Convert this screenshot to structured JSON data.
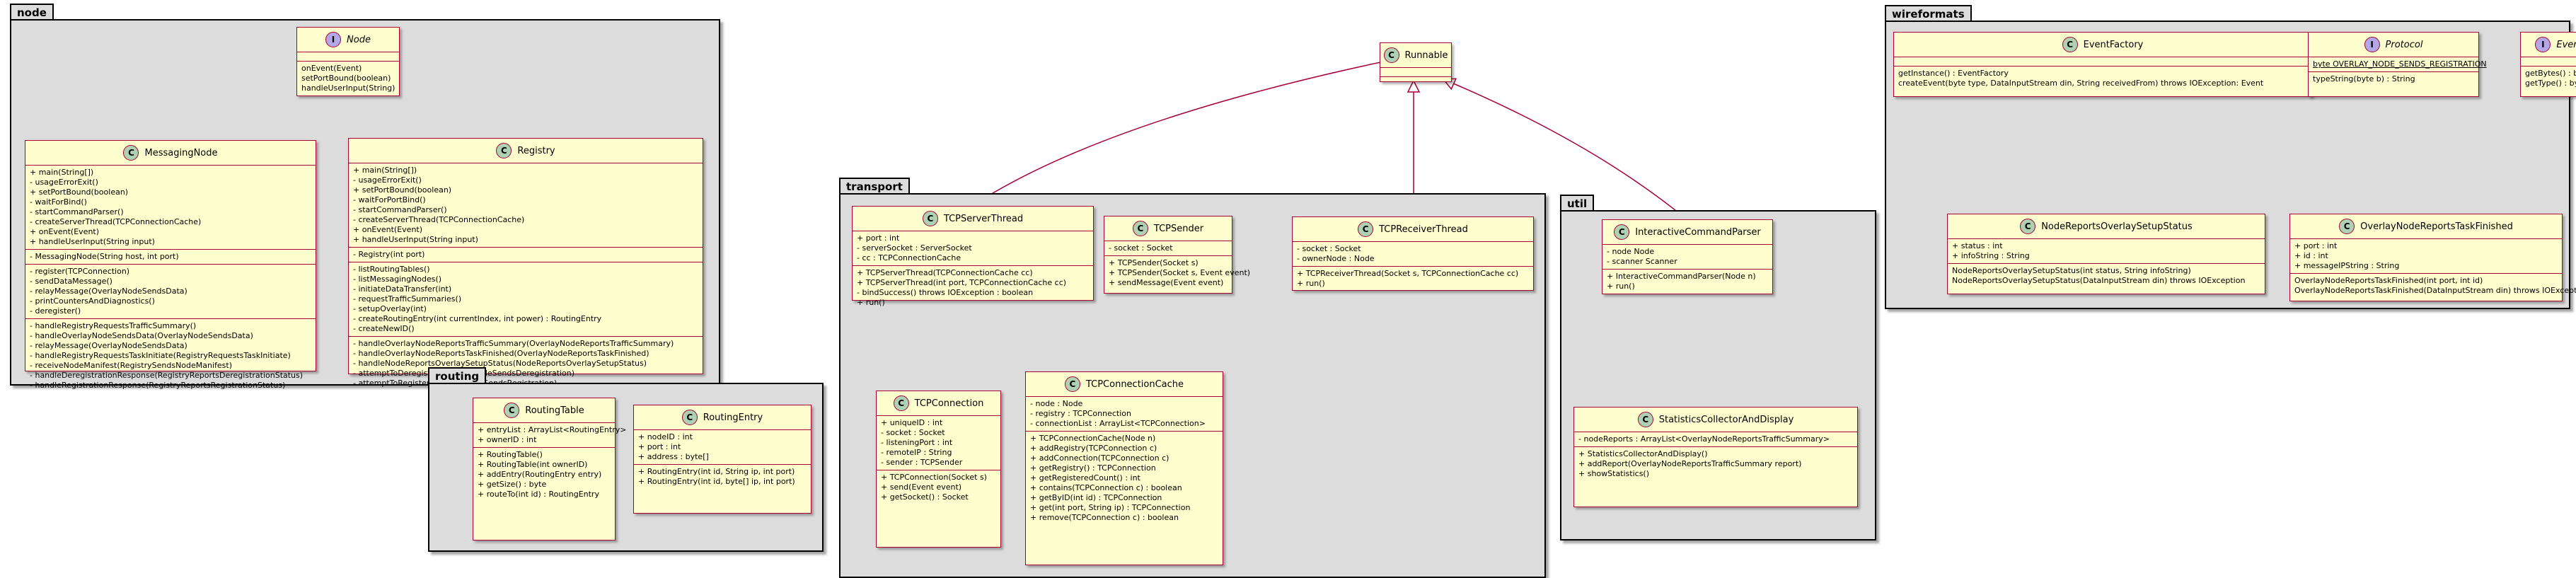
{
  "packages": {
    "node": "node",
    "routing": "routing",
    "transport": "transport",
    "util": "util",
    "wireformats": "wireformats"
  },
  "classes": {
    "Node": {
      "name": "Node",
      "kind": "I",
      "fields": [],
      "methods": [
        "onEvent(Event)",
        "setPortBound(boolean)",
        "handleUserInput(String)"
      ]
    },
    "MessagingNode": {
      "name": "MessagingNode",
      "kind": "C",
      "sections": [
        [
          "+ main(String[])",
          "- usageErrorExit()",
          "+ setPortBound(boolean)",
          "- waitForBind()",
          "- startCommandParser()",
          "- createServerThread(TCPConnectionCache)",
          "+ onEvent(Event)",
          "+ handleUserInput(String input)"
        ],
        [
          "- MessagingNode(String host, int port)"
        ],
        [
          "- register(TCPConnection)",
          "- sendDataMessage()",
          "- relayMessage(OverlayNodeSendsData)",
          "- printCountersAndDiagnostics()",
          "- deregister()"
        ],
        [
          "- handleRegistryRequestsTrafficSummary()",
          "- handleOverlayNodeSendsData(OverlayNodeSendsData)",
          "- relayMessage(OverlayNodeSendsData)",
          "- handleRegistryRequestsTaskInitiate(RegistryRequestsTaskInitiate)",
          "- receiveNodeManifest(RegistrySendsNodeManifest)",
          "- handleDeregistrationResponse(RegistryReportsDeregistrationStatus)",
          "- handleRegistrationResponse(RegistryReportsRegistrationStatus)"
        ]
      ]
    },
    "Registry": {
      "name": "Registry",
      "kind": "C",
      "sections": [
        [
          "+ main(String[])",
          "- usageErrorExit()",
          "+ setPortBound(boolean)",
          "- waitForPortBind()",
          "- startCommandParser()",
          "- createServerThread(TCPConnectionCache)",
          "+ onEvent(Event)",
          "+ handleUserInput(String input)"
        ],
        [
          "- Registry(int port)"
        ],
        [
          "- listRoutingTables()",
          "- listMessagingNodes()",
          "- initiateDataTransfer(int)",
          "- requestTrafficSummaries()",
          "- setupOverlay(int)",
          "- createRoutingEntry(int currentIndex, int power) : RoutingEntry",
          "- createNewID()"
        ],
        [
          "- handleOverlayNodeReportsTrafficSummary(OverlayNodeReportsTrafficSummary)",
          "- handleOverlayNodeReportsTaskFinished(OverlayNodeReportsTaskFinished)",
          "- handleNodeReportsOverlaySetupStatus(NodeReportsOverlaySetupStatus)",
          "- attemptToDeregister(OverlayNodeSendsDeregistration)",
          "- attemptToRegister(OverlayNodeSendsRegistration)"
        ]
      ]
    },
    "RoutingTable": {
      "name": "RoutingTable",
      "kind": "C",
      "sections": [
        [
          "+ entryList : ArrayList<RoutingEntry>",
          "+ ownerID : int"
        ],
        [
          "+ RoutingTable()",
          "+ RoutingTable(int ownerID)",
          "+ addEntry(RoutingEntry entry)",
          "+ getSize() : byte",
          "+ routeTo(int id) : RoutingEntry"
        ]
      ]
    },
    "RoutingEntry": {
      "name": "RoutingEntry",
      "kind": "C",
      "sections": [
        [
          "+ nodeID : int",
          "+ port : int",
          "+ address : byte[]"
        ],
        [
          "+ RoutingEntry(int id, String ip, int port)",
          "+ RoutingEntry(int id, byte[] ip, int port)"
        ]
      ]
    },
    "Runnable": {
      "name": "Runnable",
      "kind": "C",
      "sections": [
        [],
        []
      ]
    },
    "TCPServerThread": {
      "name": "TCPServerThread",
      "kind": "C",
      "sections": [
        [
          "+ port : int",
          "- serverSocket : ServerSocket",
          "- cc : TCPConnectionCache"
        ],
        [
          "+ TCPServerThread(TCPConnectionCache cc)",
          "+ TCPServerThread(int port, TCPConnectionCache cc)",
          "- bindSuccess() throws IOException : boolean",
          "+ run()"
        ]
      ]
    },
    "TCPSender": {
      "name": "TCPSender",
      "kind": "C",
      "sections": [
        [
          "- socket : Socket"
        ],
        [
          "+ TCPSender(Socket s)",
          "+ TCPSender(Socket s, Event event)",
          "+ sendMessage(Event event)"
        ]
      ]
    },
    "TCPReceiverThread": {
      "name": "TCPReceiverThread",
      "kind": "C",
      "sections": [
        [
          "- socket : Socket",
          "- ownerNode : Node"
        ],
        [
          "+ TCPReceiverThread(Socket s, TCPConnectionCache cc)",
          "+ run()"
        ]
      ]
    },
    "TCPConnection": {
      "name": "TCPConnection",
      "kind": "C",
      "sections": [
        [
          "+ uniqueID : int",
          "- socket : Socket",
          "- listeningPort : int",
          "- remoteIP : String",
          "- sender : TCPSender"
        ],
        [
          "+ TCPConnection(Socket s)",
          "+ send(Event event)",
          "+ getSocket() : Socket"
        ]
      ]
    },
    "TCPConnectionCache": {
      "name": "TCPConnectionCache",
      "kind": "C",
      "sections": [
        [
          "- node : Node",
          "- registry : TCPConnection",
          "- connectionList : ArrayList<TCPConnection>"
        ],
        [
          "+ TCPConnectionCache(Node n)",
          "+ addRegistry(TCPConnection c)",
          "+ addConnection(TCPConnection c)",
          "+ getRegistry() : TCPConnection",
          "+ getRegisteredCount() : int",
          "+ contains(TCPConnection c) : boolean",
          "+ getByID(int id) : TCPConnection",
          "+ get(int port, String ip) : TCPConnection",
          "+ remove(TCPConnection c) : boolean"
        ]
      ]
    },
    "InteractiveCommandParser": {
      "name": "InteractiveCommandParser",
      "kind": "C",
      "sections": [
        [
          "- node Node",
          "- scanner Scanner"
        ],
        [
          "+ InteractiveCommandParser(Node n)",
          "+ run()"
        ]
      ]
    },
    "StatisticsCollectorAndDisplay": {
      "name": "StatisticsCollectorAndDisplay",
      "kind": "C",
      "sections": [
        [
          "- nodeReports : ArrayList<OverlayNodeReportsTrafficSummary>"
        ],
        [
          "+ StatisticsCollectorAndDisplay()",
          "+ addReport(OverlayNodeReportsTrafficSummary report)",
          "+ showStatistics()"
        ]
      ]
    },
    "EventFactory": {
      "name": "EventFactory",
      "kind": "C",
      "sections": [
        [],
        [
          "getInstance() : EventFactory",
          "createEvent(byte type, DataInputStream din, String receivedFrom) throws IOException: Event"
        ]
      ]
    },
    "Protocol": {
      "name": "Protocol",
      "kind": "I",
      "sections": [
        [
          "byte OVERLAY_NODE_SENDS_REGISTRATION"
        ],
        [
          "typeString(byte b) : String"
        ]
      ]
    },
    "Event": {
      "name": "Event",
      "kind": "I",
      "sections": [
        [],
        [
          "getBytes() : byte[]",
          "getType() : byte"
        ]
      ]
    },
    "NodeReportsOverlaySetupStatus": {
      "name": "NodeReportsOverlaySetupStatus",
      "kind": "C",
      "sections": [
        [
          "+ status : int",
          "+ infoString : String"
        ],
        [
          "NodeReportsOverlaySetupStatus(int status, String infoString)",
          "NodeReportsOverlaySetupStatus(DataInputStream din) throws IOException"
        ]
      ]
    },
    "OverlayNodeReportsTaskFinished": {
      "name": "OverlayNodeReportsTaskFinished",
      "kind": "C",
      "sections": [
        [
          "+ port : int",
          "+ id : int",
          "+ messageIPString : String"
        ],
        [
          "OverlayNodeReportsTaskFinished(int port, int id)",
          "OverlayNodeReportsTaskFinished(DataInputStream din) throws IOException"
        ]
      ]
    }
  },
  "colors": {
    "class_fill": "#fefece",
    "class_border": "#a80036",
    "package_fill": "#dcdcdc",
    "edge": "#a80036",
    "class_stereotype": "#add1b2",
    "interface_stereotype": "#b4a7e5"
  }
}
